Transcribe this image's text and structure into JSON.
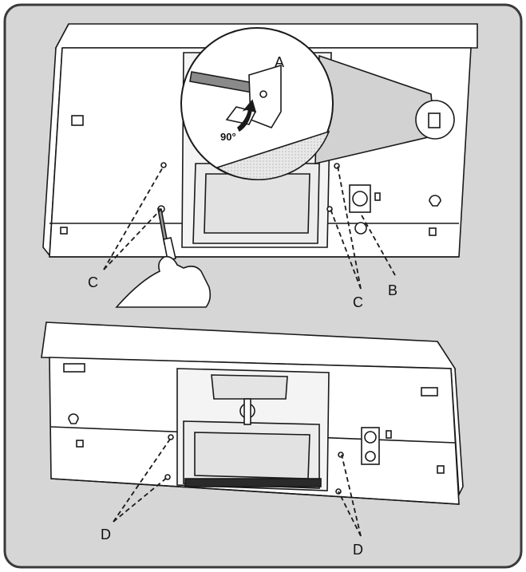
{
  "diagram": {
    "labels": {
      "a": "A",
      "angle": "90°",
      "b": "B",
      "c_left": "C",
      "c_right": "C",
      "d_left": "D",
      "d_right": "D"
    },
    "colors": {
      "panel": "#d6d6d6",
      "border": "#3a3a3a",
      "line": "#1a1a1a",
      "hood": "#ffffff",
      "shade": "#dcdcdc"
    }
  }
}
